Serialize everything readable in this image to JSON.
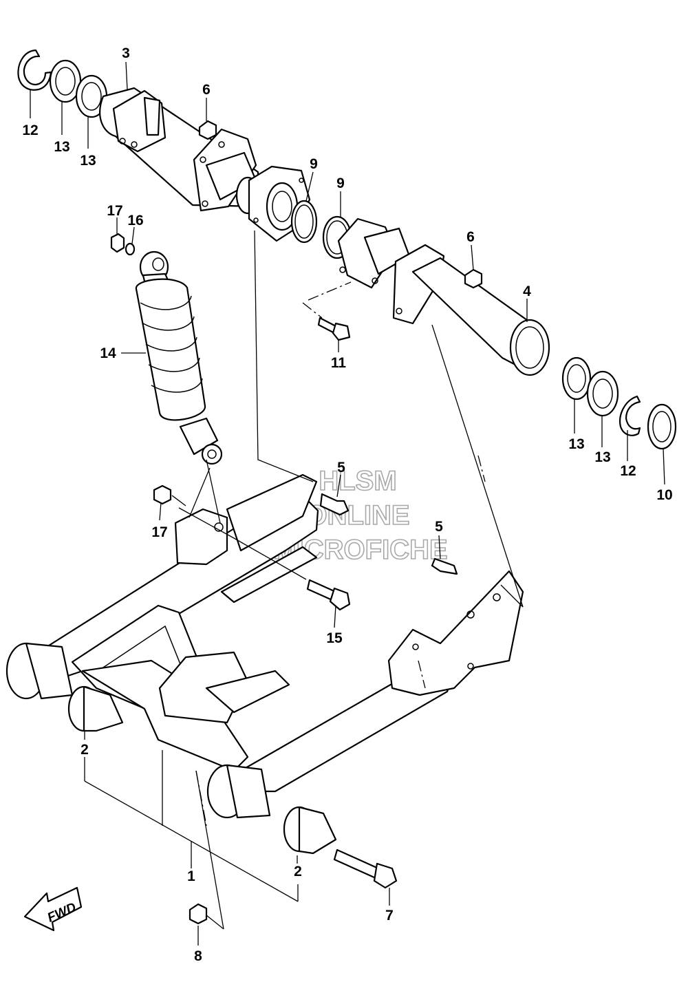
{
  "callouts": [
    {
      "id": "c12a",
      "label": "12"
    },
    {
      "id": "c13a",
      "label": "13"
    },
    {
      "id": "c13b",
      "label": "13"
    },
    {
      "id": "c3",
      "label": "3"
    },
    {
      "id": "c6a",
      "label": "6"
    },
    {
      "id": "c9a",
      "label": "9"
    },
    {
      "id": "c9b",
      "label": "9"
    },
    {
      "id": "c6b",
      "label": "6"
    },
    {
      "id": "c4",
      "label": "4"
    },
    {
      "id": "c17a",
      "label": "17"
    },
    {
      "id": "c16",
      "label": "16"
    },
    {
      "id": "c14",
      "label": "14"
    },
    {
      "id": "c11",
      "label": "11"
    },
    {
      "id": "c13c",
      "label": "13"
    },
    {
      "id": "c13d",
      "label": "13"
    },
    {
      "id": "c12b",
      "label": "12"
    },
    {
      "id": "c10",
      "label": "10"
    },
    {
      "id": "c5a",
      "label": "5"
    },
    {
      "id": "c17b",
      "label": "17"
    },
    {
      "id": "c5b",
      "label": "5"
    },
    {
      "id": "c15",
      "label": "15"
    },
    {
      "id": "c2a",
      "label": "2"
    },
    {
      "id": "c1",
      "label": "1"
    },
    {
      "id": "c2b",
      "label": "2"
    },
    {
      "id": "c7",
      "label": "7"
    },
    {
      "id": "c8",
      "label": "8"
    }
  ],
  "watermark": {
    "line1": "HLSM",
    "line2": "ONLINE",
    "line3": "MICROFICHE"
  },
  "fwd_label": "FWD"
}
